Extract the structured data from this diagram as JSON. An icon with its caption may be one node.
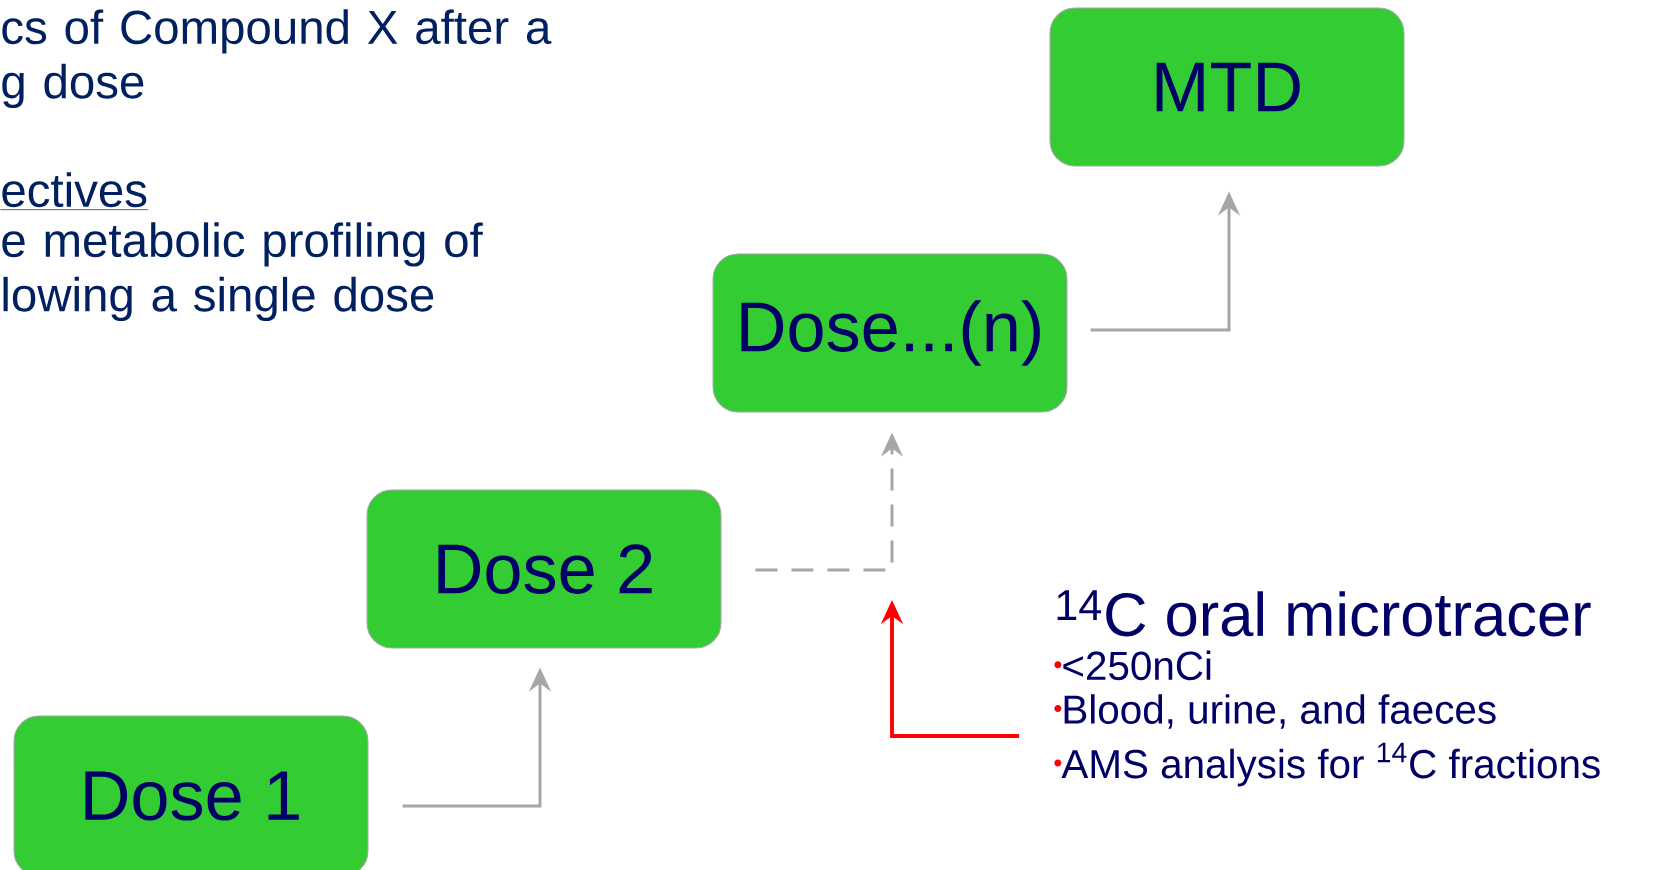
{
  "diagram": {
    "nodes": [
      {
        "text": [
          "Dose 1"
        ]
      },
      {
        "text": [
          "Dose 2"
        ]
      },
      {
        "text": [
          "Dose...(n)"
        ]
      },
      {
        "text": [
          "MTD"
        ]
      },
      {
        "text": [
          "$^{14}$C oral microtracer",
          "<250nCi",
          "Blood, urine, and faeces",
          "AMS analysis for $^{14}$C fractions"
        ]
      }
    ],
    "edges": [
      {
        "from": 0,
        "to": 1,
        "arrow": "to"
      },
      {
        "from": 1,
        "to": 2,
        "arrow": "to",
        "style": "dashed"
      },
      {
        "from": 2,
        "to": 3,
        "arrow": "to"
      },
      {
        "from": 4,
        "to": null,
        "arrow": "to",
        "color": "#ff0000"
      }
    ],
    "labels": [
      "cs of Compound X after a g dose",
      "ectives",
      "e metabolic profiling of lowing a single dose"
    ]
  }
}
